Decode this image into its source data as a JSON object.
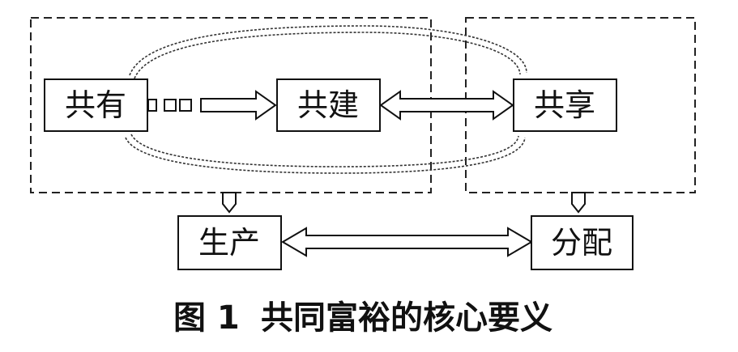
{
  "nodes": {
    "gongyou": "共有",
    "gongjian": "共建",
    "gongxiang": "共享",
    "shengchan": "生产",
    "fenpei": "分配"
  },
  "caption": {
    "label": "图 1",
    "title": "共同富裕的核心要义"
  }
}
